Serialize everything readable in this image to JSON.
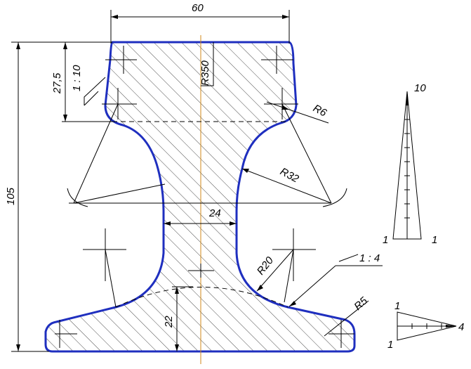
{
  "dimensions": {
    "top_width": "60",
    "total_height": "105",
    "head_height": "27,5",
    "head_slope": "1 : 10",
    "head_radius": "R350",
    "fillet_r6": "R6",
    "web_radius": "R32",
    "web_width": "24",
    "base_radius": "R20",
    "foot_slope": "1 : 4",
    "foot_radius": "R5",
    "foot_height": "22"
  },
  "slope_triangle_1_10": {
    "apex": "10",
    "left": "1",
    "right": "1"
  },
  "slope_triangle_1_4": {
    "top": "1",
    "bottom": "1",
    "tip": "4"
  },
  "colors": {
    "outline": "#1f2fbf",
    "axis": "#d08a1a"
  }
}
